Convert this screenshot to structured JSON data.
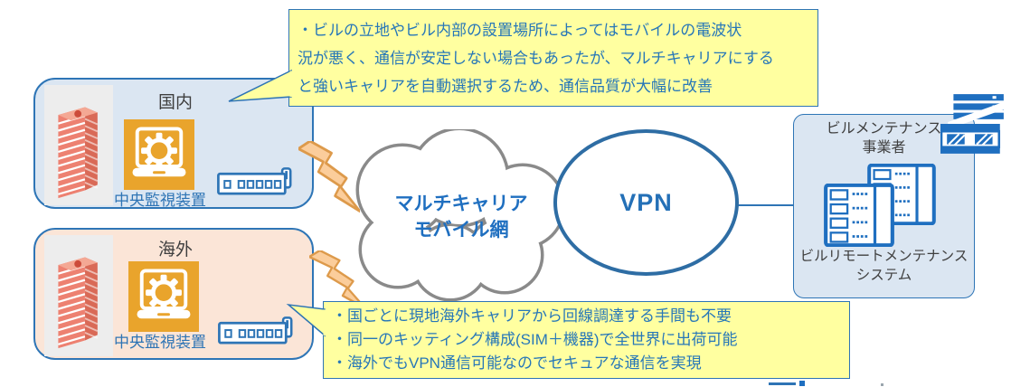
{
  "boxes": {
    "domestic": {
      "label": "国内",
      "device": "中央監視装置"
    },
    "overseas": {
      "label": "海外",
      "device": "中央監視装置"
    }
  },
  "cloud": {
    "line1": "マルチキャリア",
    "line2": "モバイル網"
  },
  "vpn": {
    "label": "VPN"
  },
  "provider": {
    "title1": "ビルメンテナンス",
    "title2": "事業者",
    "system1": "ビルリモートメンテナンス",
    "system2": "システム"
  },
  "callouts": {
    "top": {
      "lines": [
        "・ビルの立地やビル内部の設置場所によってはモバイルの電波状",
        "況が悪く、通信が安定しない場合もあったが、マルチキャリアにする",
        "と強いキャリアを自動選択するため、通信品質が大幅に改善"
      ]
    },
    "bottom": {
      "lines": [
        "・国ごとに現地海外キャリアから回線調達する手間も不要",
        "・同一のキッティング構成(SIM＋機器)で全世界に出荷可能",
        "・海外でもVPN通信可能なのでセキュアな通信を実現"
      ]
    }
  },
  "icons": {
    "building": "building-icon",
    "laptop_gear": "monitoring-device-icon",
    "router": "router-icon",
    "lightning": "lightning-bolt-icon",
    "cloud": "cloud-shape",
    "servers": "server-rack-icon",
    "office": "office-building-icon"
  },
  "colors": {
    "box_border": "#2E75B6",
    "domestic_fill": "#DBE6F2",
    "overseas_fill": "#FBE5D7",
    "callout_fill": "#FFFFA0",
    "callout_border": "#2E74B5",
    "callout_text": "#2777B8",
    "cloud_outline": "#8A8A8A",
    "cloud_text": "#1F6FC0",
    "vpn_border": "#2E6DA4",
    "vpn_text": "#2470B7",
    "bolt_fill": "#FBCD9B",
    "bolt_stroke": "#DD9A4B",
    "icon_orange": "#E9A42C",
    "icon_blue": "#1F6FC0",
    "building_coral": "#ED8171",
    "label_text": "#3F3F3F",
    "device_text": "#2E74B5"
  }
}
